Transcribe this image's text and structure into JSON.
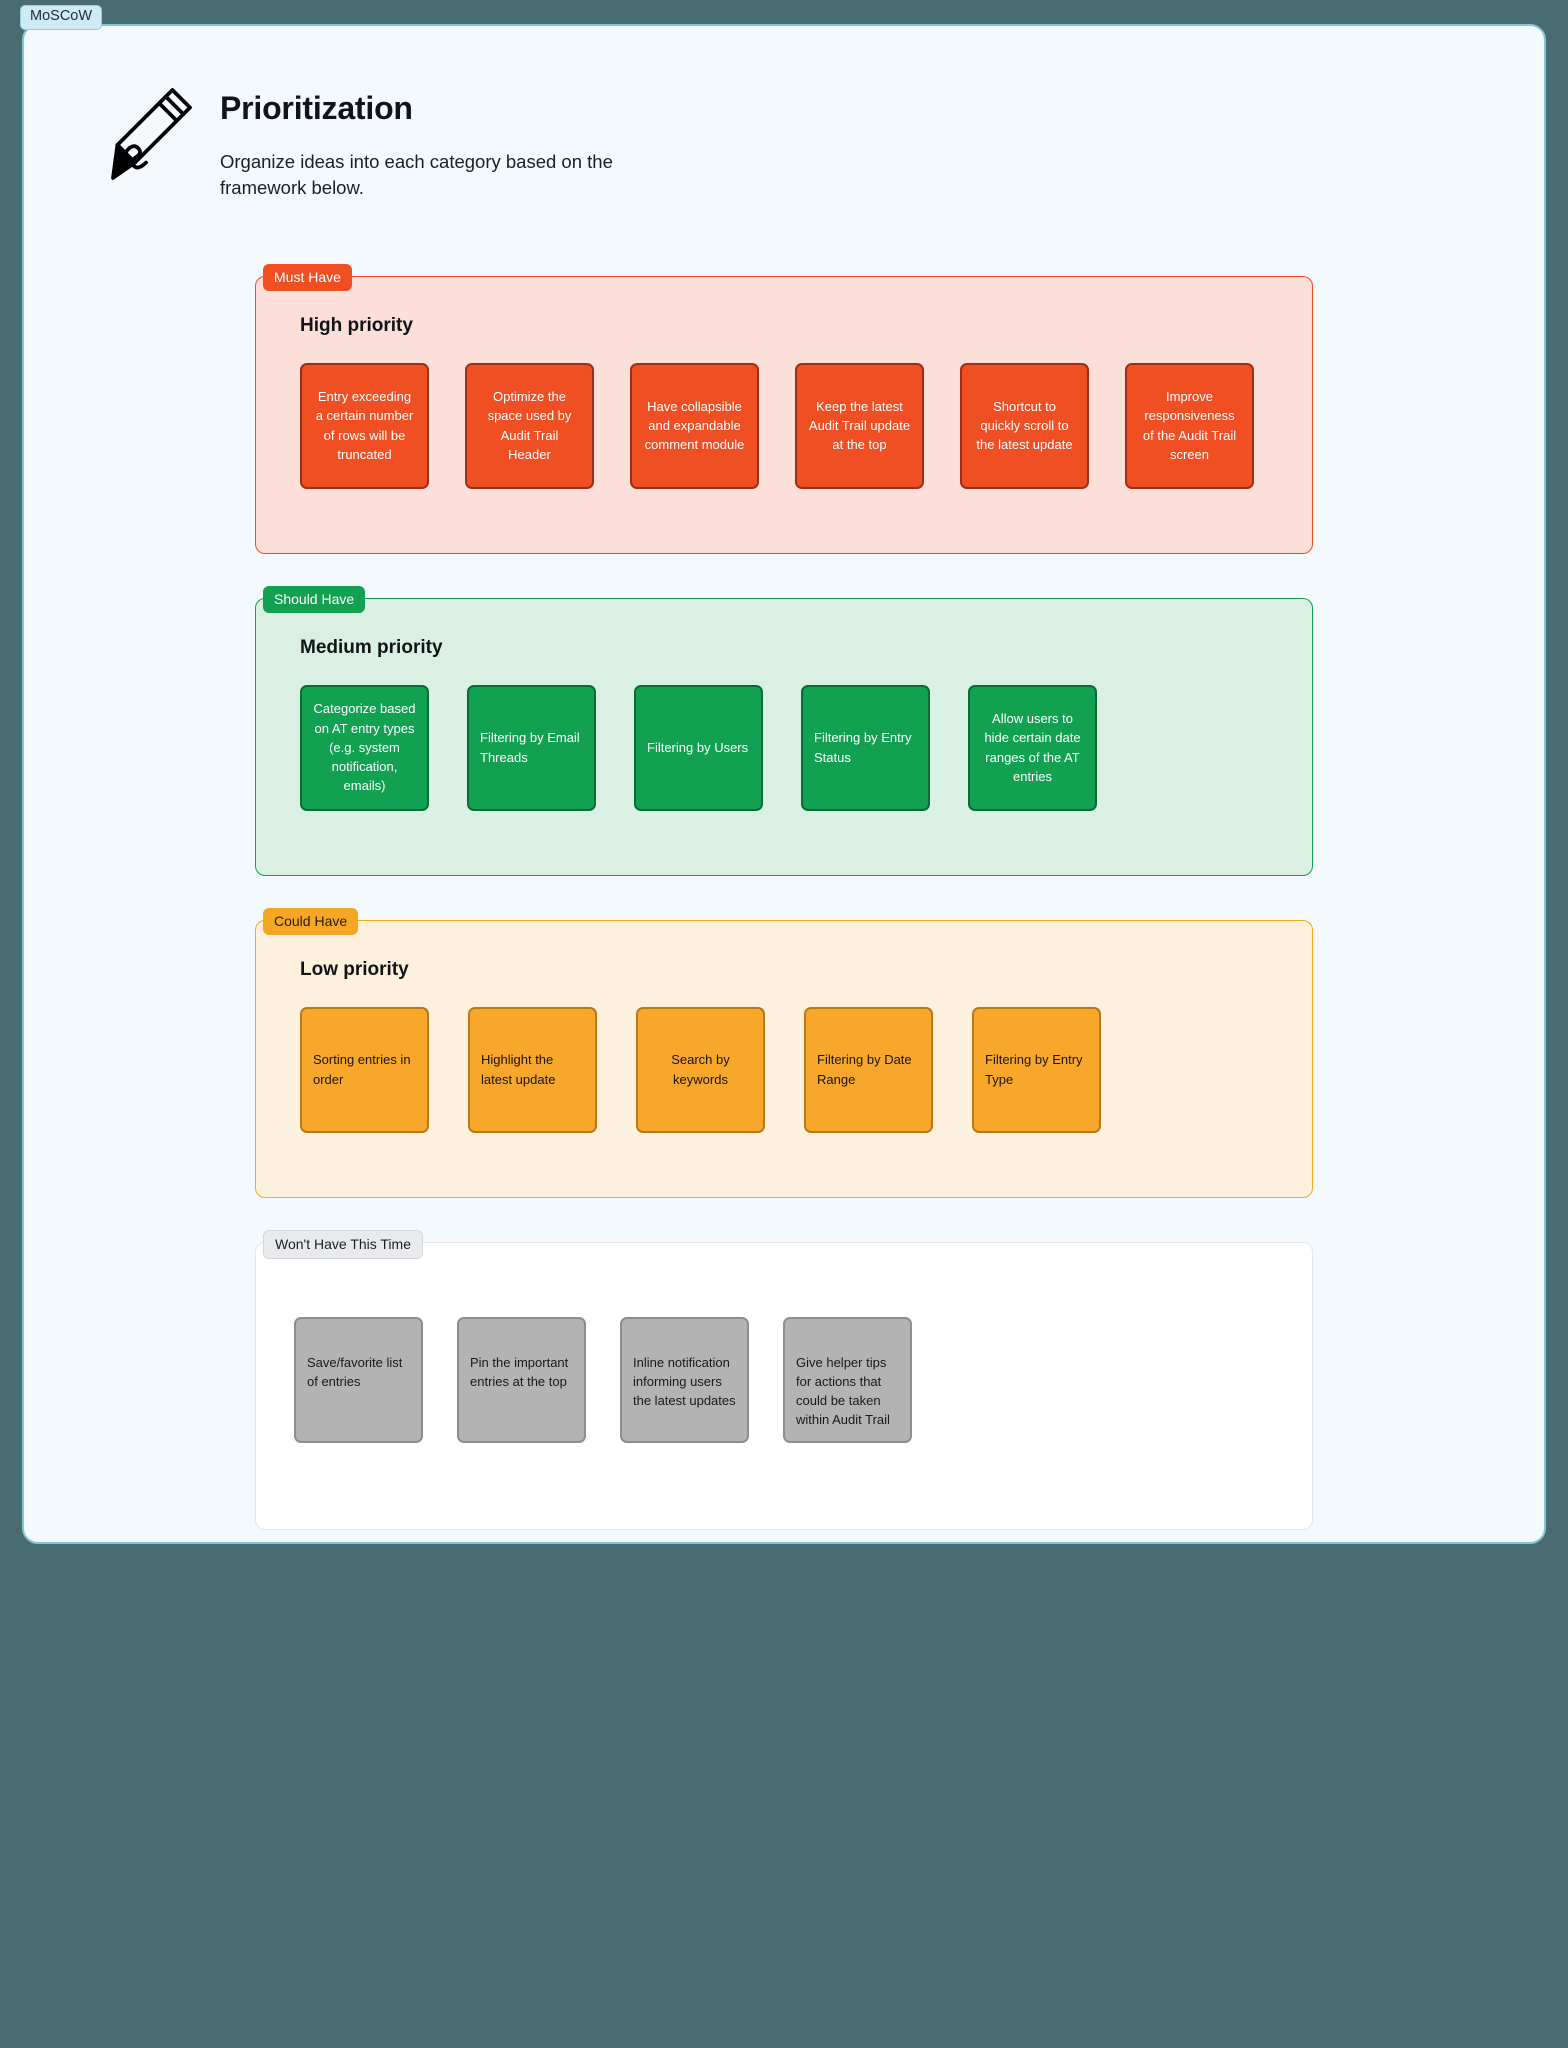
{
  "frame": {
    "tab_label": "MoSCoW"
  },
  "header": {
    "icon": "pencil-icon",
    "title": "Prioritization",
    "subtitle": "Organize ideas into each category based on the framework below."
  },
  "colors": {
    "must_accent": "#f04e23",
    "must_bg": "#fcdfd9",
    "should_accent": "#12a150",
    "should_bg": "#d9f0e2",
    "could_accent": "#f5a623",
    "could_bg": "#fdf1dd",
    "wont_accent": "#b3b3b3",
    "wont_bg": "#ffffff",
    "canvas_bg": "#f4f9fe",
    "page_bg": "#4a6b72"
  },
  "sections": [
    {
      "tag": "Must Have",
      "label": "High priority",
      "cards": [
        "Entry exceeding a certain number of rows will be truncated",
        "Optimize the space used by Audit Trail Header",
        "Have collapsible and expandable comment module",
        "Keep the latest Audit Trail update at the top",
        "Shortcut to quickly scroll to the latest update",
        "Improve responsiveness of the Audit Trail screen"
      ]
    },
    {
      "tag": "Should Have",
      "label": "Medium priority",
      "cards": [
        "Categorize based on AT entry types (e.g. system notification, emails)",
        "Filtering by Email Threads",
        "Filtering by Users",
        "Filtering by Entry Status",
        "Allow users to hide certain date ranges of the AT entries"
      ]
    },
    {
      "tag": "Could Have",
      "label": "Low priority",
      "cards": [
        "Sorting entries in order",
        "Highlight the latest update",
        "Search by keywords",
        "Filtering by Date Range",
        "Filtering by Entry Type"
      ]
    },
    {
      "tag": "Won't Have This Time",
      "label": "",
      "cards": [
        "Save/favorite list of entries",
        "Pin the important entries at the top",
        "Inline notification informing users the latest updates",
        "Give helper tips for actions that could be taken within Audit Trail"
      ]
    }
  ]
}
